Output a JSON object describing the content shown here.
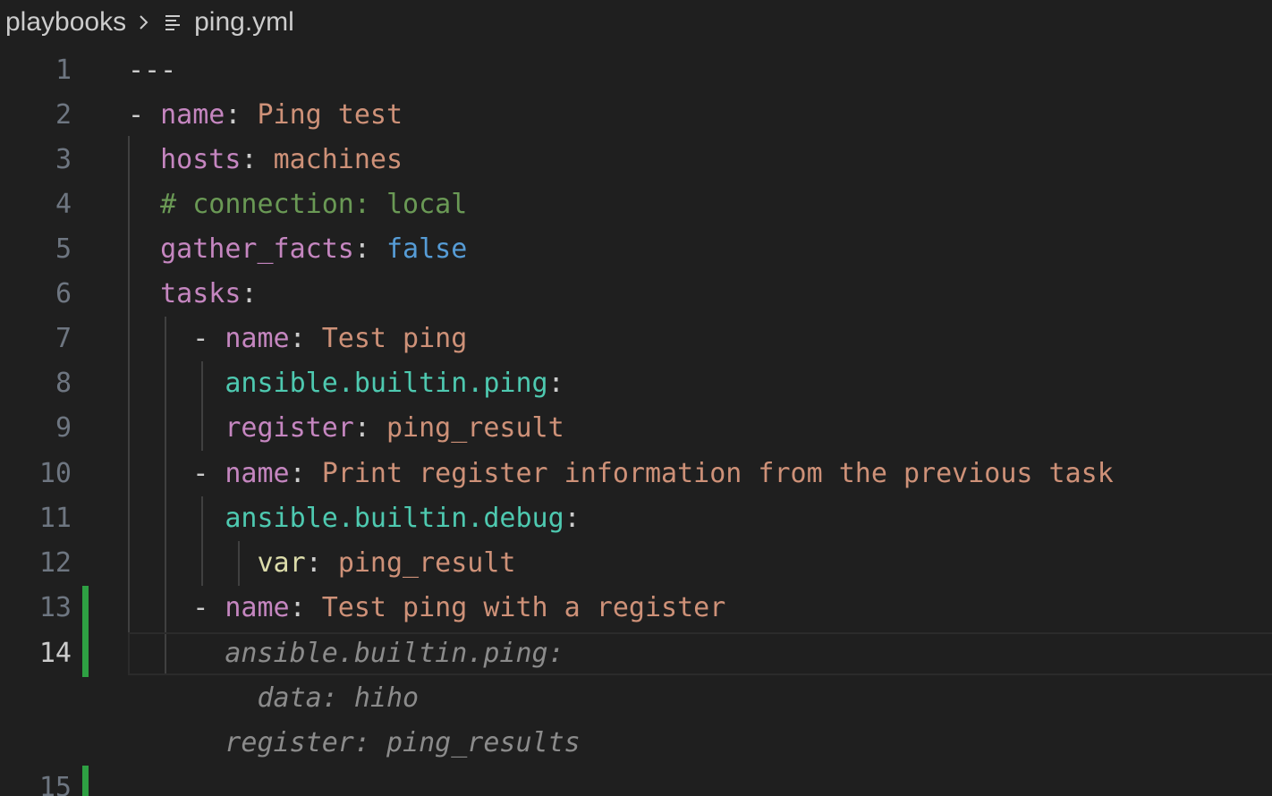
{
  "breadcrumb": {
    "folder": "playbooks",
    "file": "ping.yml"
  },
  "editor": {
    "line_numbers": [
      "1",
      "2",
      "3",
      "4",
      "5",
      "6",
      "7",
      "8",
      "9",
      "10",
      "11",
      "12",
      "13",
      "14",
      "15"
    ],
    "code": {
      "l1": "---",
      "l2_dash": "- ",
      "l2_key": "name",
      "l2_val": "Ping test",
      "l3_key": "hosts",
      "l3_val": "machines",
      "l4_comment": "# connection: local",
      "l5_key": "gather_facts",
      "l5_val": "false",
      "l6_key": "tasks",
      "l7_dash": "- ",
      "l7_key": "name",
      "l7_val": "Test ping",
      "l8_module": "ansible.builtin.ping",
      "l9_key": "register",
      "l9_val": "ping_result",
      "l10_dash": "- ",
      "l10_key": "name",
      "l10_val": "Print register information from the previous task",
      "l11_module": "ansible.builtin.debug",
      "l12_key": "var",
      "l12_val": "ping_result",
      "l13_dash": "- ",
      "l13_key": "name",
      "l13_val": "Test ping with a register"
    },
    "suggestion": {
      "line1": "ansible.builtin.ping:",
      "line2": "data: hiho",
      "line3": "register: ping_results"
    }
  },
  "colors": {
    "background": "#1f1f1f",
    "key": "#c586c0",
    "string": "#ce9178",
    "comment": "#6a9955",
    "boolean": "#569cd6",
    "module": "#4ec9b0",
    "var_key": "#dcdcaa",
    "ghost_text": "#8b8b8b",
    "git_added": "#2ea043"
  }
}
